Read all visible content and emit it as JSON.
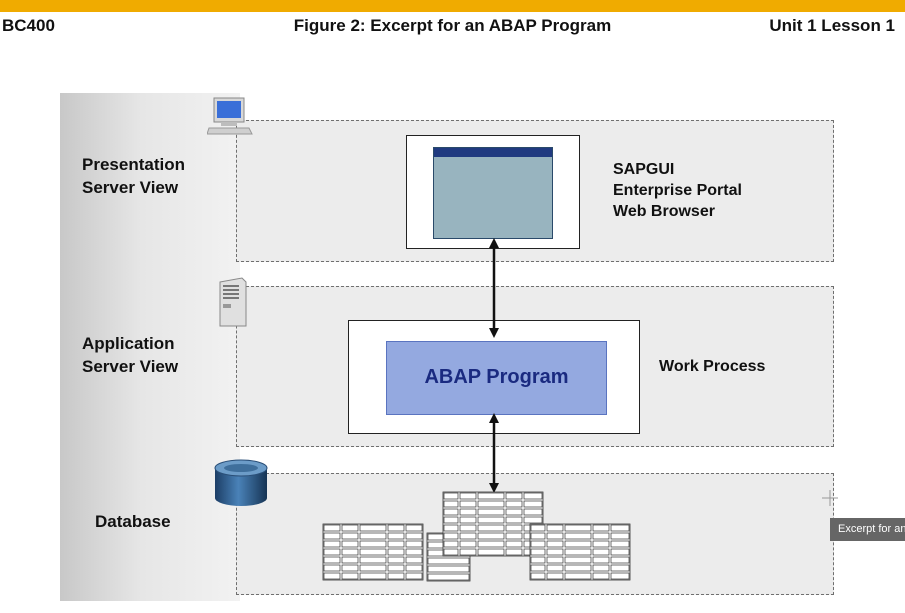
{
  "header": {
    "left": "BC400",
    "center": "Figure 2: Excerpt for an ABAP Program",
    "right": "Unit 1 Lesson 1"
  },
  "layers": {
    "presentation": {
      "label_line1": "Presentation",
      "label_line2": "Server View",
      "side_line1": "SAPGUI",
      "side_line2": "Enterprise Portal",
      "side_line3": "Web Browser"
    },
    "application": {
      "label_line1": "Application",
      "label_line2": "Server View",
      "program": "ABAP Program",
      "side": "Work Process"
    },
    "database": {
      "label": "Database"
    }
  },
  "tooltip": "Excerpt for an",
  "colors": {
    "accent_bar": "#f0ab00",
    "abap_box": "#94a9e0",
    "window_body": "#98b4bf",
    "window_title": "#203a80",
    "db_cylinder": "#2d5a8a"
  },
  "icons": [
    "monitor-icon",
    "server-icon",
    "database-cylinder-icon",
    "crosshair-cursor-icon"
  ]
}
